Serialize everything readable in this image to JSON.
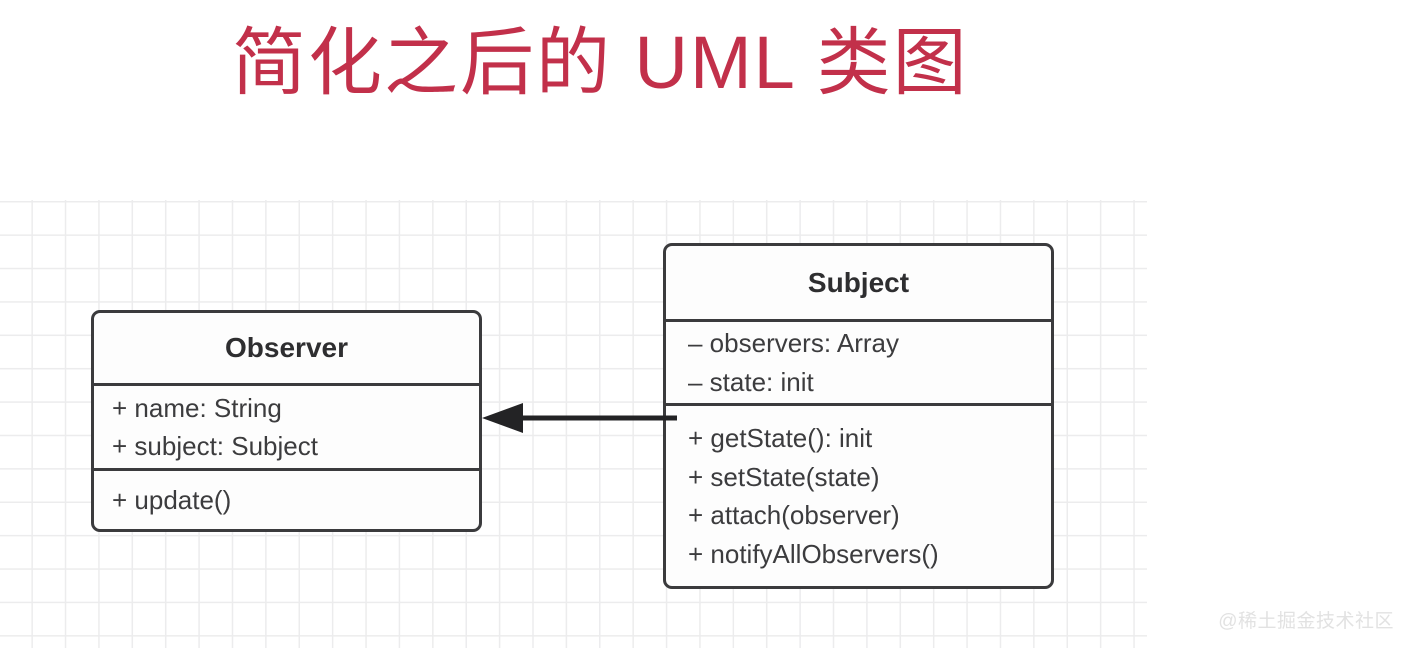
{
  "title": "简化之后的 UML 类图",
  "title_color": "#c2304a",
  "canvas": {
    "background": "#ffffff",
    "grid_line_color": "#ececed"
  },
  "classes": [
    {
      "id": "observer",
      "name": "Observer",
      "attributes": [
        "+ name: String",
        "+ subject: Subject"
      ],
      "operations": [
        "+ update()"
      ]
    },
    {
      "id": "subject",
      "name": "Subject",
      "attributes": [
        "– observers: Array",
        "– state: init"
      ],
      "operations": [
        "+ getState(): init",
        "+ setState(state)",
        "+ attach(observer)",
        "+ notifyAllObservers()"
      ]
    }
  ],
  "relationship": {
    "type": "association",
    "from": "Subject",
    "to": "Observer",
    "arrow_head": "solid-triangle",
    "line_style": "solid",
    "color": "#232325"
  },
  "watermark": "@稀土掘金技术社区"
}
